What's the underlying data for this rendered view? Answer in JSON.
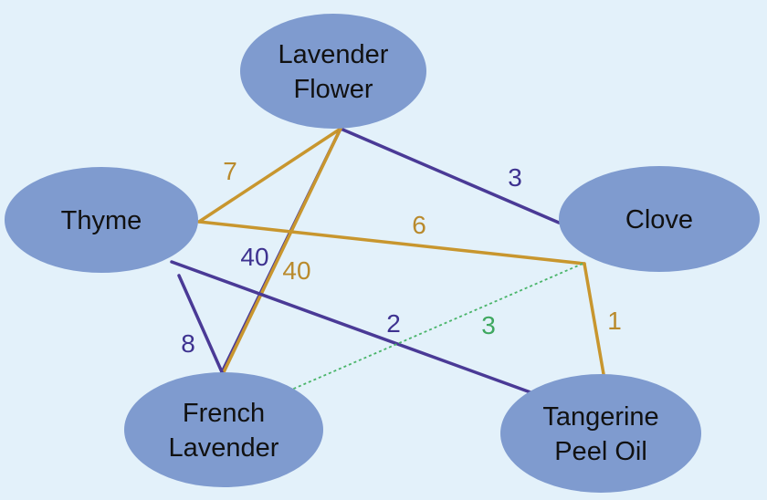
{
  "colors": {
    "background": "#e3f1fa",
    "node_fill": "#7f9bcf",
    "purple": "#4a3a96",
    "gold": "#c8962e",
    "green": "#4ab56a",
    "label_purple": "#3e3290",
    "label_gold": "#b98a2c",
    "label_green": "#3fa860"
  },
  "nodes": [
    {
      "id": "lavender-flower",
      "lines": [
        "Lavender",
        "Flower"
      ]
    },
    {
      "id": "thyme",
      "lines": [
        "Thyme"
      ]
    },
    {
      "id": "clove",
      "lines": [
        "Clove"
      ]
    },
    {
      "id": "french-lavender",
      "lines": [
        "French",
        "Lavender"
      ]
    },
    {
      "id": "tangerine-peel-oil",
      "lines": [
        "Tangerine",
        "Peel Oil"
      ]
    }
  ],
  "edges": [
    {
      "from": "lavender-flower",
      "to": "clove",
      "weight": "3",
      "color": "purple",
      "style": "solid"
    },
    {
      "from": "lavender-flower",
      "to": "thyme",
      "weight": "7",
      "color": "gold",
      "style": "solid"
    },
    {
      "from": "lavender-flower",
      "to": "french-lavender",
      "weight": "40",
      "color": "purple",
      "style": "solid"
    },
    {
      "from": "lavender-flower",
      "to": "french-lavender",
      "weight": "40",
      "color": "gold",
      "style": "solid"
    },
    {
      "from": "thyme",
      "to": "clove",
      "weight": "6",
      "color": "gold",
      "style": "solid"
    },
    {
      "from": "thyme",
      "to": "french-lavender",
      "weight": "8",
      "color": "purple",
      "style": "solid"
    },
    {
      "from": "thyme",
      "to": "tangerine-peel-oil",
      "weight": "2",
      "color": "purple",
      "style": "solid"
    },
    {
      "from": "clove",
      "to": "french-lavender",
      "weight": "3",
      "color": "green",
      "style": "dotted"
    },
    {
      "from": "clove",
      "to": "tangerine-peel-oil",
      "weight": "1",
      "color": "gold",
      "style": "solid"
    }
  ]
}
